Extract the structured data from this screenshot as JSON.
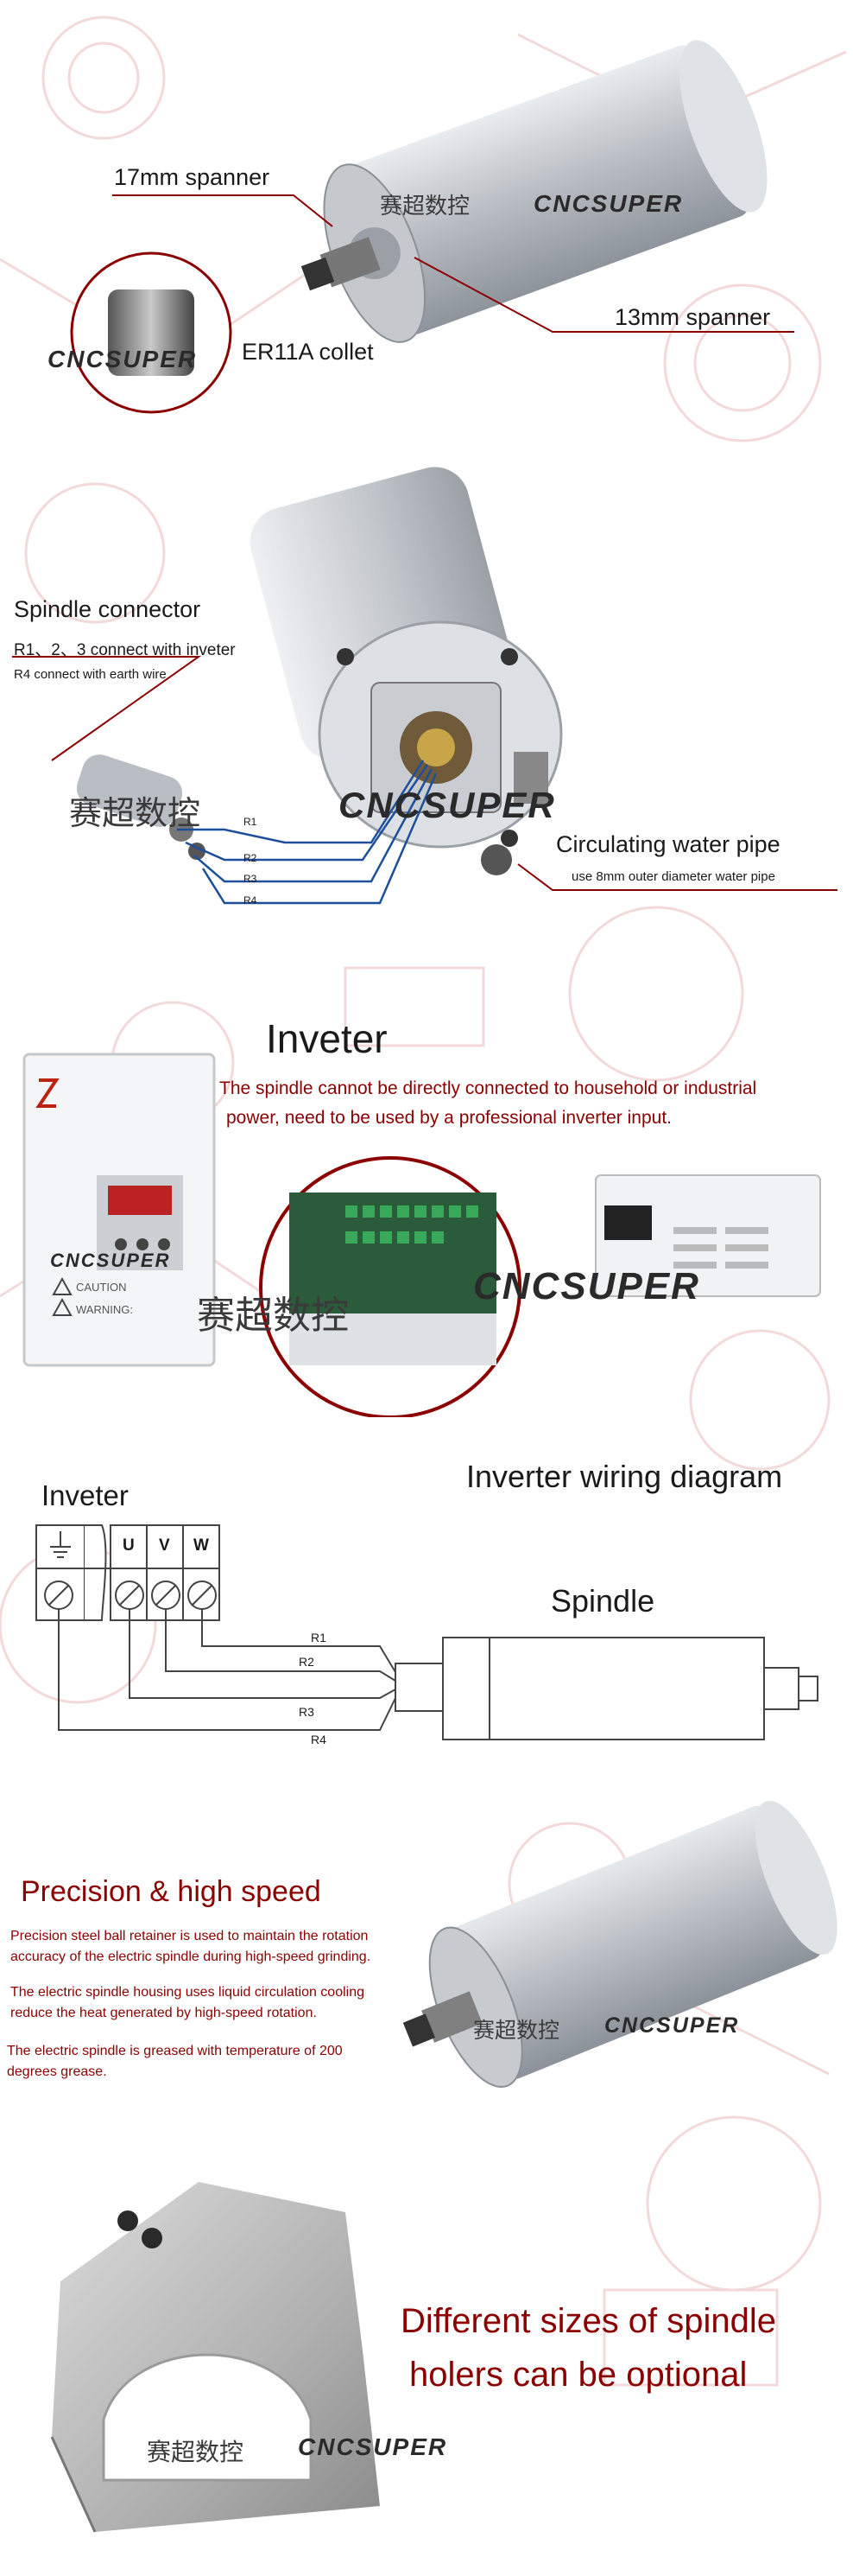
{
  "brand": {
    "name": "CNCSUPER",
    "name_zh": "赛超数控"
  },
  "section_spindle_parts": {
    "spanner_17": "17mm spanner",
    "spanner_13": "13mm spanner",
    "collet": "ER11A collet"
  },
  "section_connector": {
    "title": "Spindle connector",
    "line1": "R1、2、3 connect with inveter",
    "line2": "R4 connect with earth wire",
    "wires": [
      "R1",
      "R2",
      "R3",
      "R4"
    ],
    "water_title": "Circulating water pipe",
    "water_note": "use 8mm outer diameter water pipe"
  },
  "section_inverter": {
    "title": "Inveter",
    "line1": "The spindle cannot be directly connected to household or industrial",
    "line2": "power, need to be used by a professional inverter input.",
    "panel_caution": "CAUTION",
    "panel_warning": "WARNING:"
  },
  "section_wiring": {
    "title": "Inverter wiring diagram",
    "inverter_label": "Inveter",
    "spindle_label": "Spindle",
    "terminals": [
      "U",
      "V",
      "W"
    ],
    "wires": [
      "R1",
      "R2",
      "R3",
      "R4"
    ]
  },
  "section_precision": {
    "title": "Precision & high speed",
    "p1_line1": "Precision steel ball retainer is used to maintain the rotation",
    "p1_line2": "accuracy of the electric spindle during high-speed grinding.",
    "p2_line1": "The electric spindle housing uses liquid circulation cooling",
    "p2_line2": "reduce the heat generated by high-speed rotation.",
    "p3_line1": "The electric spindle is greased with temperature of 200",
    "p3_line2": "degrees grease."
  },
  "section_holder": {
    "line1": "Different sizes of spindle",
    "line2": "holers can be optional"
  },
  "colors": {
    "dark_red": "#8b0000",
    "wire_blue": "#1e4f9a",
    "metal": "#cfd3d8"
  }
}
